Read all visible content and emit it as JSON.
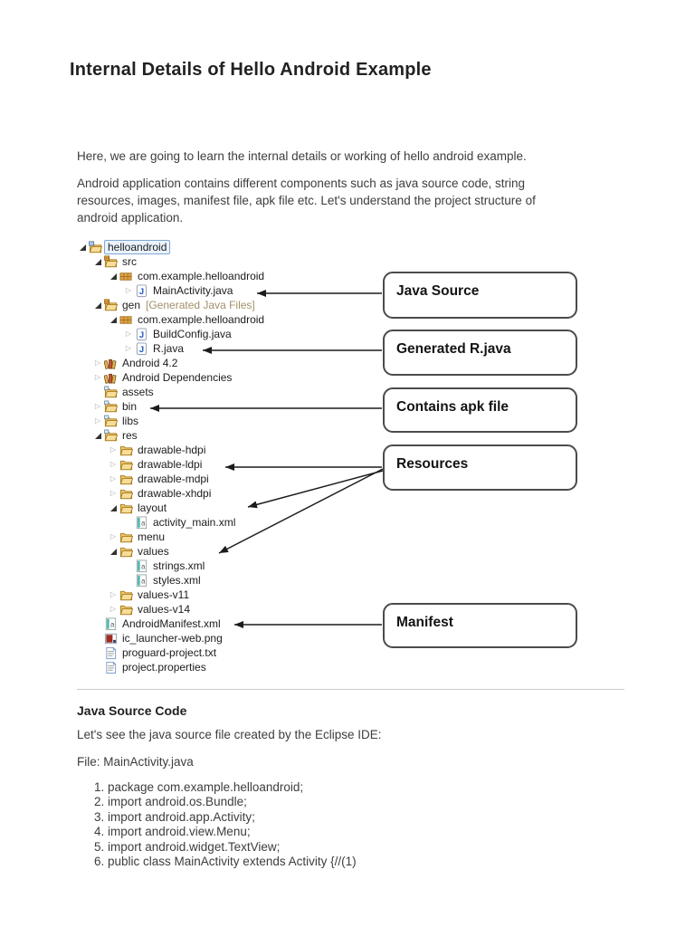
{
  "page": {
    "title": "Internal Details of Hello Android Example",
    "intro_paragraph_1": "Here, we are going to learn the internal details or working of hello android example.",
    "intro_paragraph_2": [
      "Android application contains different components such as java source code, string",
      "resources, images, manifest file, apk file etc. Let's understand the project structure of",
      "android application."
    ]
  },
  "figure": {
    "tree": {
      "rows": [
        {
          "label": "helloandroid",
          "indent": 0,
          "exp": "open",
          "icon": "project-folder-icon",
          "selected": true
        },
        {
          "label": "src",
          "indent": 1,
          "exp": "open",
          "icon": "source-folder-icon"
        },
        {
          "label": "com.example.helloandroid",
          "indent": 2,
          "exp": "open",
          "icon": "java-package-icon"
        },
        {
          "label": "MainActivity.java",
          "indent": 3,
          "exp": "closed",
          "icon": "java-file-icon"
        },
        {
          "label": "gen",
          "extra": "[Generated Java Files]",
          "indent": 1,
          "exp": "open",
          "icon": "source-folder-icon"
        },
        {
          "label": "com.example.helloandroid",
          "indent": 2,
          "exp": "open",
          "icon": "java-package-icon"
        },
        {
          "label": "BuildConfig.java",
          "indent": 3,
          "exp": "closed",
          "icon": "java-file-icon"
        },
        {
          "label": "R.java",
          "indent": 3,
          "exp": "closed",
          "icon": "java-file-icon"
        },
        {
          "label": "Android 4.2",
          "indent": 1,
          "exp": "closed",
          "icon": "library-icon"
        },
        {
          "label": "Android Dependencies",
          "indent": 1,
          "exp": "closed",
          "icon": "library-icon"
        },
        {
          "label": "assets",
          "indent": 1,
          "exp": "none",
          "icon": "folder-badge-icon"
        },
        {
          "label": "bin",
          "indent": 1,
          "exp": "closed",
          "icon": "folder-badge-icon"
        },
        {
          "label": "libs",
          "indent": 1,
          "exp": "closed",
          "icon": "folder-badge-icon"
        },
        {
          "label": "res",
          "indent": 1,
          "exp": "open",
          "icon": "folder-badge-icon"
        },
        {
          "label": "drawable-hdpi",
          "indent": 2,
          "exp": "closed",
          "icon": "folder-open-icon"
        },
        {
          "label": "drawable-ldpi",
          "indent": 2,
          "exp": "closed",
          "icon": "folder-open-icon"
        },
        {
          "label": "drawable-mdpi",
          "indent": 2,
          "exp": "closed",
          "icon": "folder-open-icon"
        },
        {
          "label": "drawable-xhdpi",
          "indent": 2,
          "exp": "closed",
          "icon": "folder-open-icon"
        },
        {
          "label": "layout",
          "indent": 2,
          "exp": "open",
          "icon": "folder-open-icon"
        },
        {
          "label": "activity_main.xml",
          "indent": 3,
          "exp": "none",
          "icon": "xml-file-icon"
        },
        {
          "label": "menu",
          "indent": 2,
          "exp": "closed",
          "icon": "folder-open-icon"
        },
        {
          "label": "values",
          "indent": 2,
          "exp": "open",
          "icon": "folder-open-icon"
        },
        {
          "label": "strings.xml",
          "indent": 3,
          "exp": "none",
          "icon": "xml-file-icon"
        },
        {
          "label": "styles.xml",
          "indent": 3,
          "exp": "none",
          "icon": "xml-file-icon"
        },
        {
          "label": "values-v11",
          "indent": 2,
          "exp": "closed",
          "icon": "folder-open-icon"
        },
        {
          "label": "values-v14",
          "indent": 2,
          "exp": "closed",
          "icon": "folder-open-icon"
        },
        {
          "label": "AndroidManifest.xml",
          "indent": 1,
          "exp": "none",
          "icon": "xml-file-icon"
        },
        {
          "label": "ic_launcher-web.png",
          "indent": 1,
          "exp": "none",
          "icon": "image-file-icon"
        },
        {
          "label": "proguard-project.txt",
          "indent": 1,
          "exp": "none",
          "icon": "text-file-icon"
        },
        {
          "label": "project.properties",
          "indent": 1,
          "exp": "none",
          "icon": "text-file-icon"
        }
      ]
    },
    "callouts": [
      {
        "label": "Java Source"
      },
      {
        "label": "Generated R.java"
      },
      {
        "label": "Contains apk file"
      },
      {
        "label": "Resources"
      },
      {
        "label": "Manifest"
      }
    ]
  },
  "section": {
    "heading": "Java Source Code",
    "lead": "Let's see the java source file created by the Eclipse IDE:",
    "file_label": "File: MainActivity.java",
    "code_lines": [
      "1. package com.example.helloandroid;",
      "2. import android.os.Bundle;",
      "3. import android.app.Activity;",
      "4. import android.view.Menu;",
      "5. import android.widget.TextView;",
      "6. public class MainActivity extends Activity {//(1)"
    ]
  },
  "colors": {
    "selection_fill": "#eaf3fd",
    "selection_border": "#7fa7d1",
    "decorator_text": "#a39069",
    "callout_border": "#4b4b4b",
    "folder_yellow": "#efc56a",
    "arrow": "#1c1c1c"
  }
}
